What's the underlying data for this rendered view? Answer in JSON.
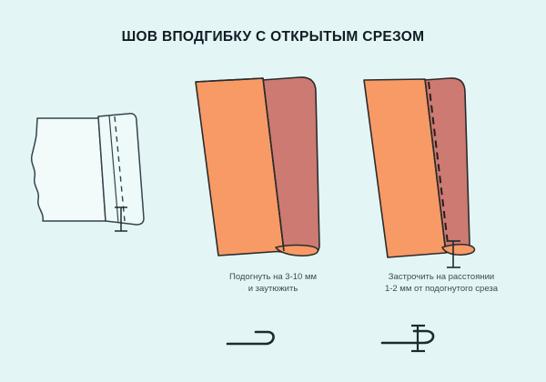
{
  "page": {
    "title": "ШОВ ВПОДГИБКУ С ОТКРЫТЫМ СРЕЗОМ",
    "background_color": "#e3f6f5",
    "title_color": "#111b24"
  },
  "palette": {
    "fabric_face": "#f79a66",
    "fabric_back": "#cc7a72",
    "outline": "#2b2b2b",
    "line_draw": "#33444d",
    "caption_text": "#3d4a52",
    "stitch_dash": "#2a1d1b"
  },
  "figures": [
    {
      "id": "flat-draft",
      "name": "flat-fabric-draft",
      "caption": ""
    },
    {
      "id": "step-fold",
      "name": "folded-hem-illustration",
      "caption": "Подогнуть на 3-10 мм\nи заутюжить"
    },
    {
      "id": "step-stitch",
      "name": "stitched-hem-illustration",
      "caption": "Застрочить на расстоянии\n1-2 мм от подогнутого среза"
    }
  ],
  "icons": {
    "needle_plain": "needle-thread-icon",
    "needle_measured": "needle-thread-measure-icon"
  }
}
